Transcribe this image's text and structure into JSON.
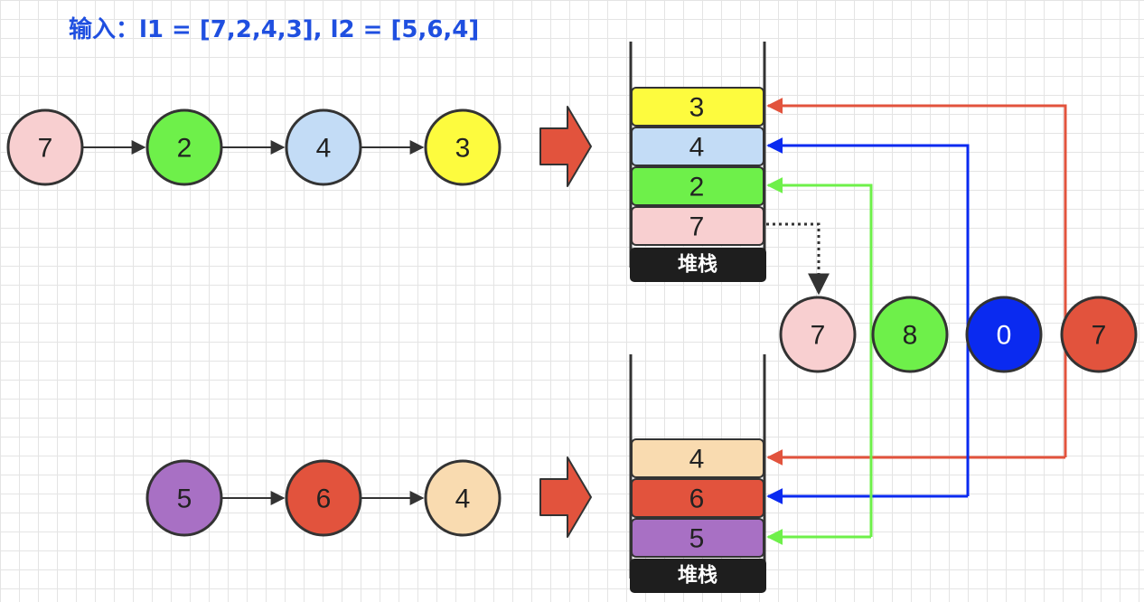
{
  "title": "输入：l1 = [7,2,4,3], l2 = [5,6,4]",
  "list1": {
    "nodes": [
      {
        "value": "7",
        "color": "#f8cfd0"
      },
      {
        "value": "2",
        "color": "#6ef04a"
      },
      {
        "value": "4",
        "color": "#c3dcf6"
      },
      {
        "value": "3",
        "color": "#fdfb3e"
      }
    ]
  },
  "list2": {
    "nodes": [
      {
        "value": "5",
        "color": "#a870c4"
      },
      {
        "value": "6",
        "color": "#e2533d"
      },
      {
        "value": "4",
        "color": "#f9dbb0"
      }
    ]
  },
  "stack1": {
    "label": "堆栈",
    "cells": [
      {
        "value": "3",
        "color": "#fdfb3e"
      },
      {
        "value": "4",
        "color": "#c3dcf6"
      },
      {
        "value": "2",
        "color": "#6ef04a"
      },
      {
        "value": "7",
        "color": "#f8cfd0"
      }
    ]
  },
  "stack2": {
    "label": "堆栈",
    "cells": [
      {
        "value": "4",
        "color": "#f9dbb0"
      },
      {
        "value": "6",
        "color": "#e2533d"
      },
      {
        "value": "5",
        "color": "#a870c4"
      }
    ]
  },
  "result": {
    "nodes": [
      {
        "value": "7",
        "color": "#f8cfd0"
      },
      {
        "value": "8",
        "color": "#6ef04a"
      },
      {
        "value": "0",
        "color": "#0a2af0"
      },
      {
        "value": "7",
        "color": "#e2533d"
      }
    ]
  },
  "colors": {
    "red_connector": "#e2533d",
    "blue_connector": "#0a2af0",
    "green_connector": "#6ef04a",
    "big_arrow": "#e2533d",
    "stack_base": "#1e1e1e",
    "outline": "#333333"
  }
}
